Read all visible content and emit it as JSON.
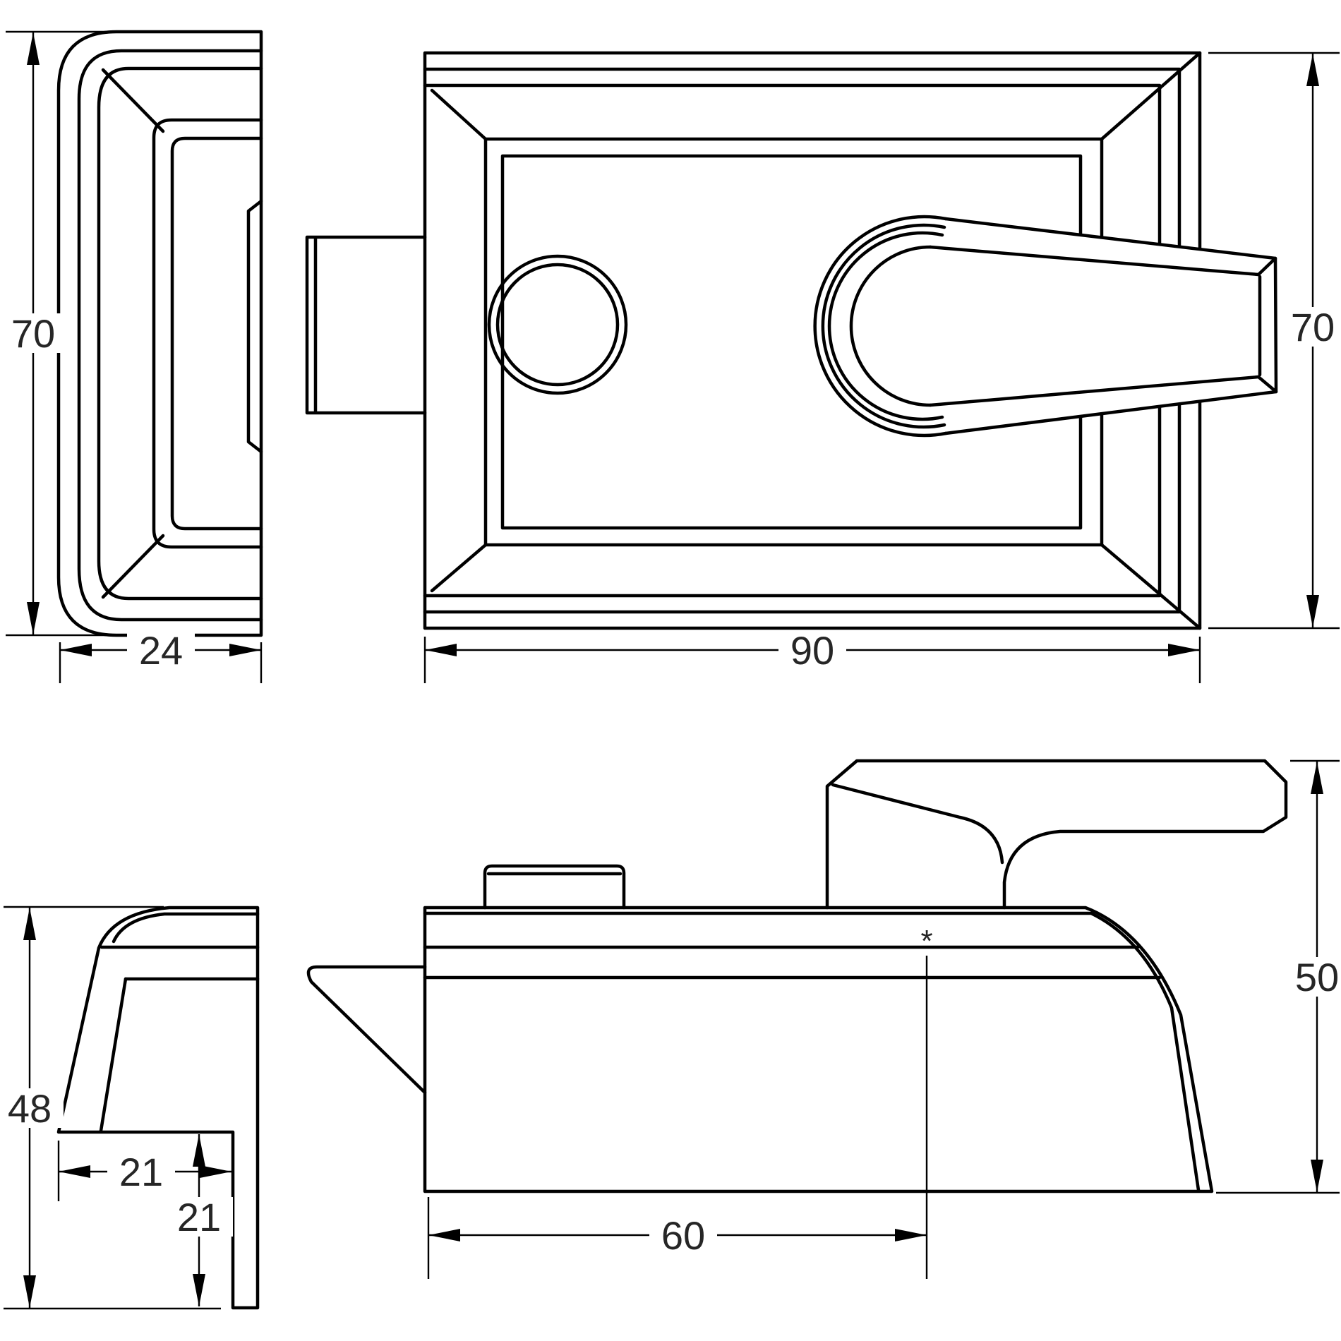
{
  "page": {
    "background": "#ffffff"
  },
  "drawing": {
    "stroke_color": "#000000",
    "text_color": "#262626",
    "dimensions": {
      "keep_front_height": "70",
      "keep_front_depth": "24",
      "body_front_width": "90",
      "body_front_height": "70",
      "keep_side_height": "48",
      "keep_side_depth": "21",
      "keep_side_lip": "21",
      "body_side_height": "50",
      "body_side_backset": "60",
      "backset_marker": "*"
    }
  }
}
